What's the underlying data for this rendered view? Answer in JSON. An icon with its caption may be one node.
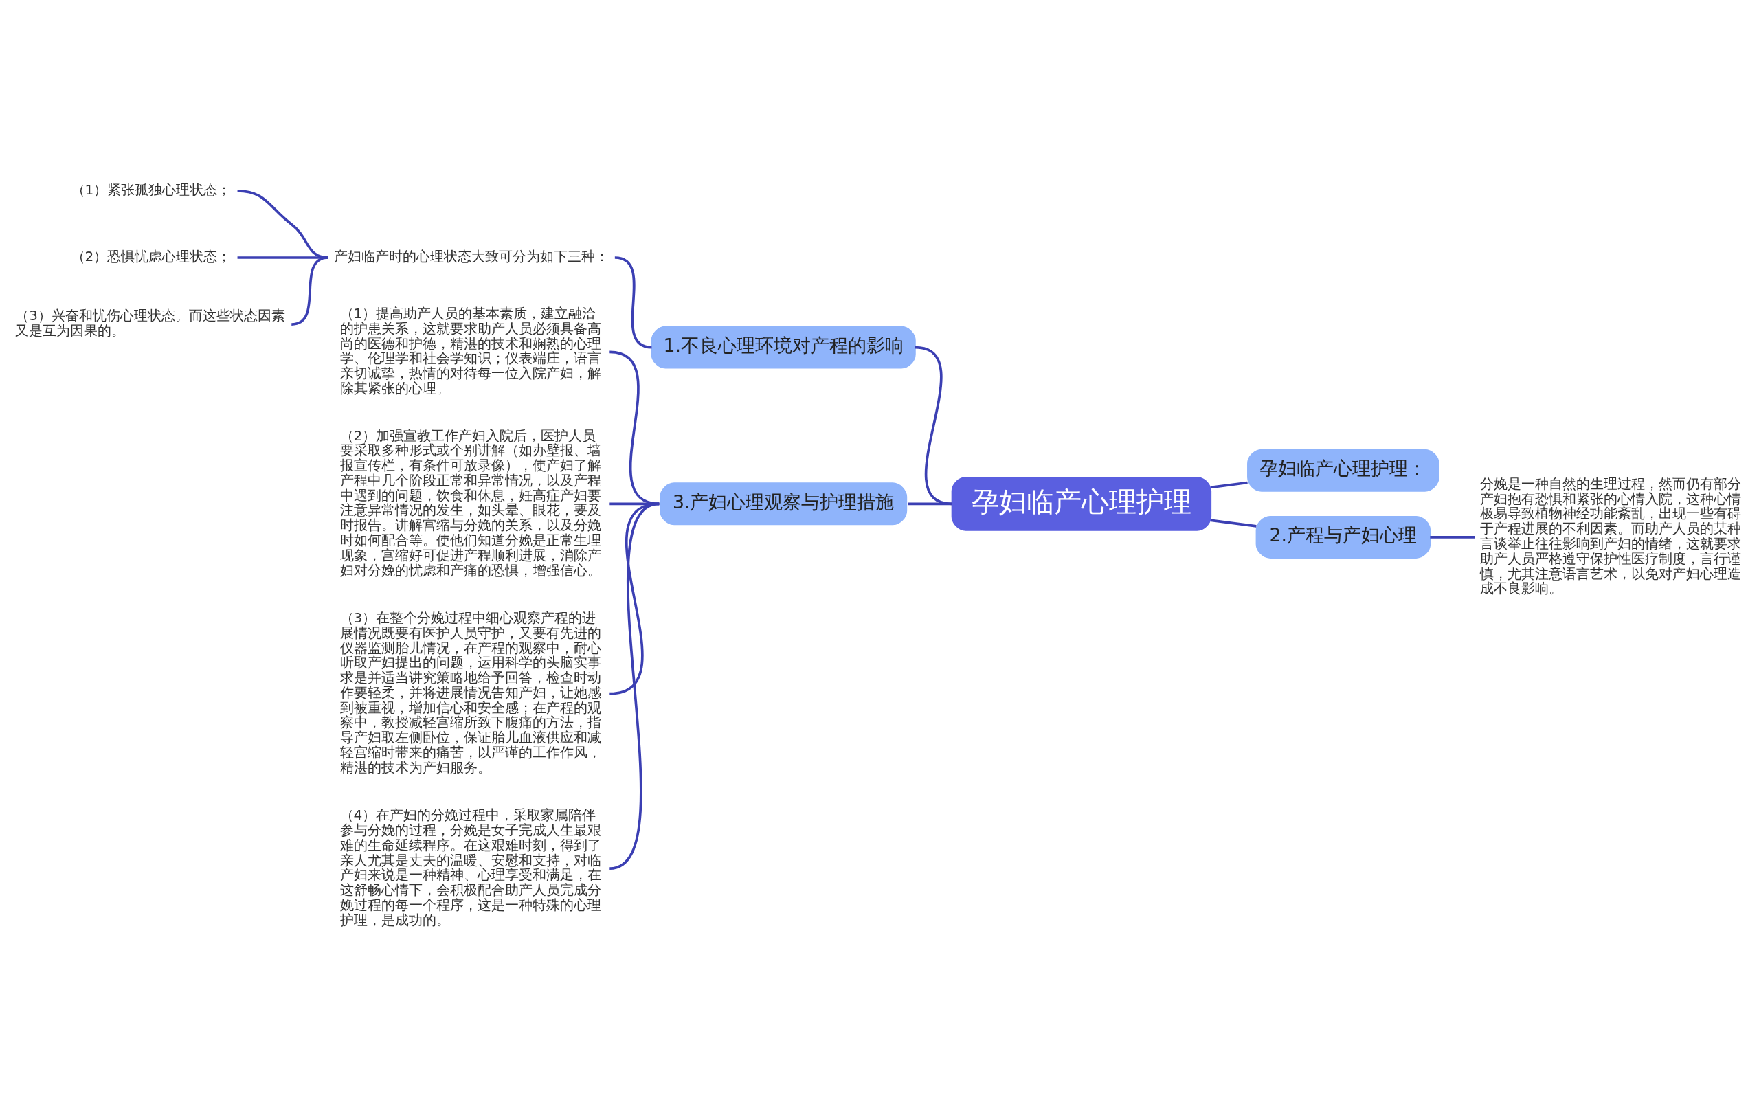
{
  "diagram": {
    "nodes": [
      {
        "text": [
          "孕妇临产心理护理"
        ]
      },
      {
        "text": [
          "1.不良心理环境对产程的影响"
        ]
      },
      {
        "text": [
          "产妇临产时的心理状态大致可分为如下三种："
        ]
      },
      {
        "text": [
          "（1）紧张孤独心理状态；"
        ]
      },
      {
        "text": [
          "（2）恐惧忧虑心理状态；"
        ]
      },
      {
        "text": [
          "（3）兴奋和忧伤心理状态。而这些状态因素又是互为因果的。"
        ]
      },
      {
        "text": [
          "孕妇临产心理护理："
        ]
      },
      {
        "text": [
          "2.产程与产妇心理"
        ]
      },
      {
        "text": [
          "分娩是一种自然的生理过程，然而仍有部分产妇抱有恐惧和紧张的心情入院，这种心情极易导致植物神经功能紊乱，出现一些有碍于产程进展的不利因素。而助产人员的某种言谈举止往往影响到产妇的情绪，这就要求助产人员严格遵守保护性医疗制度，言行谨慎，尤其注意语言艺术，以免对产妇心理造成不良影响。"
        ]
      },
      {
        "text": [
          "3.产妇心理观察与护理措施"
        ]
      },
      {
        "text": [
          "（1）提高助产人员的基本素质，建立融洽的护患关系，这就要求助产人员必须具备高尚的医德和护德，精湛的技术和娴熟的心理学、伦理学和社会学知识；仪表端庄，语言亲切诚挚，热情的对待每一位入院产妇，解除其紧张的心理。"
        ]
      },
      {
        "text": [
          "（2）加强宣教工作产妇入院后，医护人员要采取多种形式或个别讲解（如办壁报、墙报宣传栏，有条件可放录像），使产妇了解产程中几个阶段正常和异常情况，以及产程中遇到的问题，饮食和休息，妊高症产妇要注意异常情况的发生，如头晕、眼花，要及时报告。讲解宫缩与分娩的关系，以及分娩时如何配合等。使他们知道分娩是正常生理现象，宫缩好可促进产程顺利进展，消除产妇对分娩的忧虑和产痛的恐惧，增强信心。"
        ]
      },
      {
        "text": [
          "（3）在整个分娩过程中细心观察产程的进展情况既要有医护人员守护，又要有先进的仪器监测胎儿情况，在产程的观察中，耐心听取产妇提出的问题，运用科学的头脑实事求是并适当讲究策略地给予回答，检查时动作要轻柔，并将进展情况告知产妇，让她感到被重视，增加信心和安全感；在产程的观察中，教授减轻宫缩所致下腹痛的方法，指导产妇取左侧卧位，保证胎儿血液供应和减轻宫缩时带来的痛苦，以严谨的工作作风，精湛的技术为产妇服务。"
        ]
      },
      {
        "text": [
          "（4）在产妇的分娩过程中，采取家属陪伴参与分娩的过程，分娩是女子完成人生最艰难的生命延续程序。在这艰难时刻，得到了亲人尤其是丈夫的温暖、安慰和支持，对临产妇来说是一种精神、心理享受和满足，在这舒畅心情下，会积极配合助产人员完成分娩过程的每一个程序，这是一种特殊的心理护理，是成功的。"
        ]
      }
    ],
    "edges": [
      {
        "from": 0,
        "to": 1,
        "arrow": "none"
      },
      {
        "from": 1,
        "to": 2,
        "arrow": "none"
      },
      {
        "from": 2,
        "to": 3,
        "arrow": "none"
      },
      {
        "from": 2,
        "to": 4,
        "arrow": "none"
      },
      {
        "from": 2,
        "to": 5,
        "arrow": "none"
      },
      {
        "from": 0,
        "to": 6,
        "arrow": "none"
      },
      {
        "from": 0,
        "to": 7,
        "arrow": "none"
      },
      {
        "from": 7,
        "to": 8,
        "arrow": "none"
      },
      {
        "from": 0,
        "to": 9,
        "arrow": "none"
      },
      {
        "from": 9,
        "to": 10,
        "arrow": "none"
      },
      {
        "from": 9,
        "to": 11,
        "arrow": "none"
      },
      {
        "from": 9,
        "to": 12,
        "arrow": "none"
      },
      {
        "from": 9,
        "to": 13,
        "arrow": "none"
      }
    ]
  }
}
